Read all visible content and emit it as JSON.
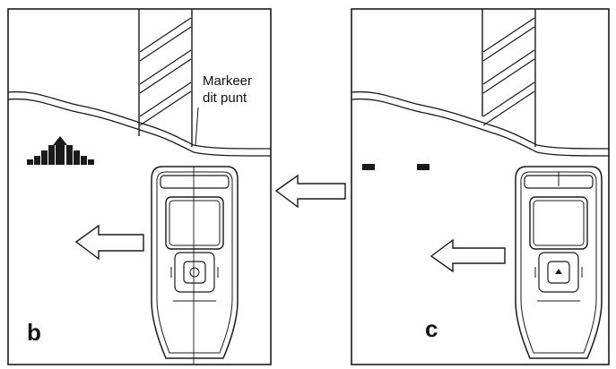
{
  "panels": [
    {
      "letter": "b",
      "callout": [
        "Markeer",
        "dit punt"
      ]
    },
    {
      "letter": "c"
    }
  ],
  "colors": {
    "ink": "#1a1a1a",
    "paper": "#ffffff"
  },
  "icons": [
    "left-arrow-icon",
    "signal-bars-icon",
    "dash-indicator-icon",
    "detector-device-icon"
  ]
}
